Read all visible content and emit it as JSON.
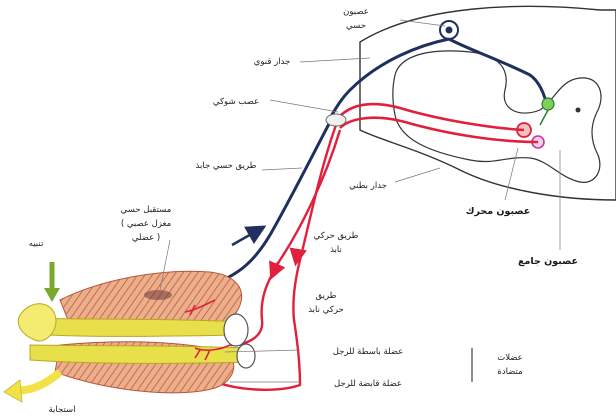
{
  "labels": {
    "sensory_neuron": [
      "عصبون",
      "حسي"
    ],
    "grey_matter": "جدار قنوي",
    "spinal_nerve": "عصب شوكي",
    "sensory_path": "طريق حسي جابذ",
    "white_matter": "جدار بطني",
    "motor_neurons": "عصبون محرك",
    "associative_neuron": "عصبون جامع",
    "sensory_receptor": [
      "مستقبل حسي",
      "( مغزل عصبي",
      "عضلي )"
    ],
    "motor_path_flexor": [
      "طريق حركي",
      "نابذ"
    ],
    "motor_path_extensor": [
      "طريق",
      "حركي نابذ"
    ],
    "stimulus": "تنبيه",
    "response": "استجابة",
    "extensor_muscle": "عضلة باسطة للرجل",
    "flexor_muscle": "عضلة قابضة للرجل",
    "legend": [
      "عضلات",
      "متضادة"
    ]
  },
  "colors": {
    "sensory": "#1f2f5e",
    "motor": "#e0203c",
    "motor_pale": "#ef8c98",
    "muscle": "#e8a07a",
    "muscle_stripe": "#c8553a",
    "bone": "#e8e04a",
    "bone_dark": "#c8b820",
    "arrow_yellow": "#f2e24a",
    "cord_outline": "#333333"
  }
}
